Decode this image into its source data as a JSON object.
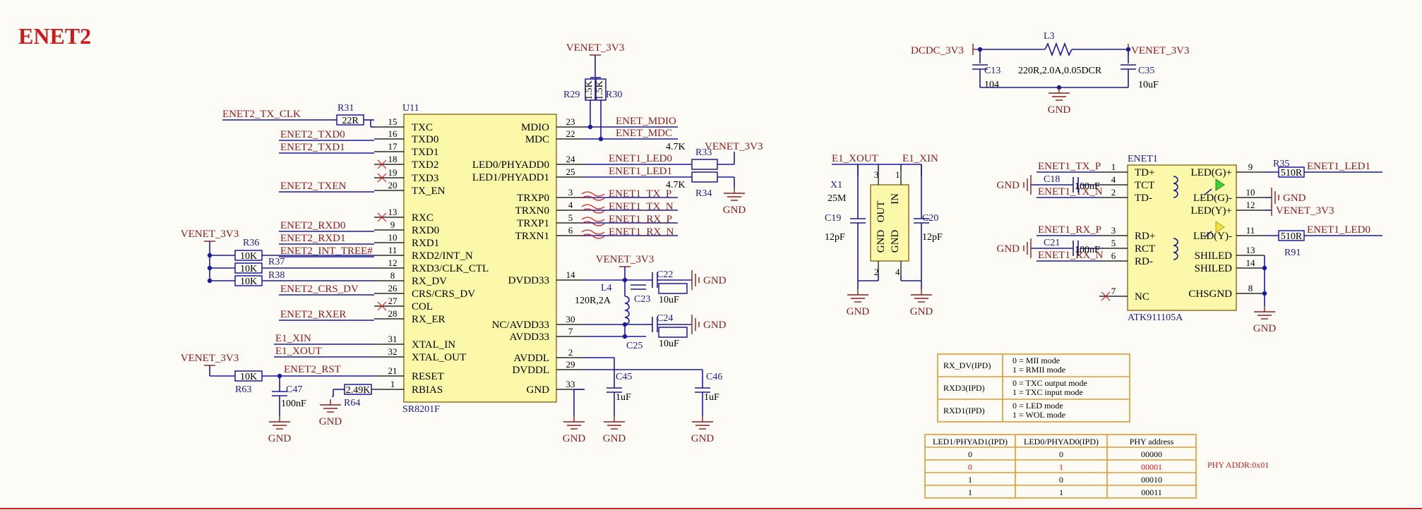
{
  "title": "ENET2",
  "u11": {
    "ref": "U11",
    "part": "SR8201F",
    "left_pins": [
      {
        "num": "15",
        "name": "TXC",
        "net": "ENET2_TX_CLK"
      },
      {
        "num": "16",
        "name": "TXD0",
        "net": "ENET2_TXD0"
      },
      {
        "num": "17",
        "name": "TXD1",
        "net": "ENET2_TXD1"
      },
      {
        "num": "18",
        "name": "TXD2",
        "net": ""
      },
      {
        "num": "19",
        "name": "TXD3",
        "net": ""
      },
      {
        "num": "20",
        "name": "TX_EN",
        "net": "ENET2_TXEN"
      },
      {
        "num": "13",
        "name": "RXC",
        "net": ""
      },
      {
        "num": "9",
        "name": "RXD0",
        "net": "ENET2_RXD0"
      },
      {
        "num": "10",
        "name": "RXD1",
        "net": "ENET2_RXD1"
      },
      {
        "num": "11",
        "name": "RXD2/INT_N",
        "net": "ENET2_INT_TREE#"
      },
      {
        "num": "12",
        "name": "RXD3/CLK_CTL",
        "net": ""
      },
      {
        "num": "8",
        "name": "RX_DV",
        "net": ""
      },
      {
        "num": "26",
        "name": "CRS/CRS_DV",
        "net": "ENET2_CRS_DV"
      },
      {
        "num": "27",
        "name": "COL",
        "net": ""
      },
      {
        "num": "28",
        "name": "RX_ER",
        "net": "ENET2_RXER"
      },
      {
        "num": "31",
        "name": "XTAL_IN",
        "net": "E1_XIN"
      },
      {
        "num": "32",
        "name": "XTAL_OUT",
        "net": "E1_XOUT"
      },
      {
        "num": "21",
        "name": "RESET",
        "net": "ENET2_RST"
      },
      {
        "num": "1",
        "name": "RBIAS",
        "net": ""
      }
    ],
    "right_pins": [
      {
        "num": "23",
        "name": "MDIO",
        "net": "ENET_MDIO"
      },
      {
        "num": "22",
        "name": "MDC",
        "net": "ENET_MDC"
      },
      {
        "num": "24",
        "name": "LED0/PHYADD0",
        "net": "ENET1_LED0"
      },
      {
        "num": "25",
        "name": "LED1/PHYADD1",
        "net": "ENET1_LED1"
      },
      {
        "num": "3",
        "name": "TRXP0",
        "net": "ENET1_TX_P"
      },
      {
        "num": "4",
        "name": "TRXN0",
        "net": "ENET1_TX_N"
      },
      {
        "num": "5",
        "name": "TRXP1",
        "net": "ENET1_RX_P"
      },
      {
        "num": "6",
        "name": "TRXN1",
        "net": "ENET1_RX_N"
      },
      {
        "num": "14",
        "name": "DVDD33",
        "net": ""
      },
      {
        "num": "30",
        "name": "NC/AVDD33",
        "net": ""
      },
      {
        "num": "7",
        "name": "AVDD33",
        "net": ""
      },
      {
        "num": "2",
        "name": "AVDDL",
        "net": ""
      },
      {
        "num": "29",
        "name": "DVDDL",
        "net": ""
      },
      {
        "num": "33",
        "name": "GND",
        "net": ""
      }
    ]
  },
  "enet1": {
    "ref": "ENET1",
    "part": "ATK911105A",
    "left_pins": [
      {
        "num": "1",
        "name": "TD+",
        "net": "ENET1_TX_P"
      },
      {
        "num": "4",
        "name": "TCT",
        "net": ""
      },
      {
        "num": "2",
        "name": "TD-",
        "net": "ENET1_TX_N"
      },
      {
        "num": "3",
        "name": "RD+",
        "net": "ENET1_RX_P"
      },
      {
        "num": "5",
        "name": "RCT",
        "net": ""
      },
      {
        "num": "6",
        "name": "RD-",
        "net": "ENET1_RX_N"
      },
      {
        "num": "7",
        "name": "NC",
        "net": ""
      }
    ],
    "right_pins": [
      {
        "num": "9",
        "name": "LED(G)+",
        "net": "ENET1_LED1"
      },
      {
        "num": "10",
        "name": "LED(G)-",
        "net": "GND"
      },
      {
        "num": "12",
        "name": "LED(Y)+",
        "net": "VENET_3V3"
      },
      {
        "num": "11",
        "name": "LED(Y)-",
        "net": "ENET1_LED0"
      },
      {
        "num": "13",
        "name": "SHILED",
        "net": ""
      },
      {
        "num": "14",
        "name": "SHILED",
        "net": ""
      },
      {
        "num": "8",
        "name": "CHSGND",
        "net": ""
      }
    ]
  },
  "crystal": {
    "ref": "X1",
    "value": "25M",
    "xout": "E1_XOUT",
    "xin": "E1_XIN",
    "pins": {
      "out": "OUT",
      "in": "IN",
      "gnd1": "GND",
      "gnd2": "GND",
      "p1": "1",
      "p2": "2",
      "p3": "3",
      "p4": "4"
    }
  },
  "labels": {
    "gnd": "GND",
    "venet": "VENET_3V3",
    "dcdc": "DCDC_3V3",
    "r29": "R29",
    "r30": "R30",
    "r29v": "1.5K",
    "r30v": "1.5K",
    "r31": "R31",
    "r31v": "22R",
    "r33": "R33",
    "r33v": "4.7K",
    "r34": "R34",
    "r34v": "4.7K",
    "r35": "R35",
    "r35v": "510R",
    "r91": "R91",
    "r91v": "510R",
    "r36": "R36",
    "r37": "R37",
    "r38": "R38",
    "r10k": "10K",
    "r63": "R63",
    "r64": "R64",
    "r64v": "2.49K",
    "c47": "C47",
    "c47v": "100nF",
    "c22": "C22",
    "c23": "C23",
    "c24": "C24",
    "c25": "C25",
    "c100n": "100nF",
    "c10u": "10uF",
    "c45": "C45",
    "c46": "C46",
    "c1u": "1uF",
    "c19": "C19",
    "c20": "C20",
    "c12p": "12pF",
    "c18": "C18",
    "c21": "C21",
    "l4": "L4",
    "l4v": "120R,2A",
    "l3": "L3",
    "l3v": "220R,2.0A,0.05DCR",
    "c13": "C13",
    "c13v": "104",
    "c35": "C35",
    "c35v": "10uF"
  },
  "strap_table": [
    {
      "pin": "RX_DV(IPD)",
      "modes": [
        "0 = MII mode",
        "1 = RMII mode"
      ]
    },
    {
      "pin": "RXD3(IPD)",
      "modes": [
        "0 = TXC output mode",
        "1 = TXC input mode"
      ]
    },
    {
      "pin": "RXD1(IPD)",
      "modes": [
        "0 = LED mode",
        "1 = WOL mode"
      ]
    }
  ],
  "phy_table": {
    "headers": [
      "LED1/PHYAD1(IPD)",
      "LED0/PHYAD0(IPD)",
      "PHY address"
    ],
    "rows": [
      [
        "0",
        "0",
        "00000"
      ],
      [
        "0",
        "1",
        "00001"
      ],
      [
        "1",
        "0",
        "00010"
      ],
      [
        "1",
        "1",
        "00011"
      ]
    ],
    "highlight_row": 1,
    "note": "PHY ADDR:0x01"
  },
  "colors": {
    "wire": "#1a1a9e",
    "net": "#8b1a1a",
    "chip": "#fbf8a9",
    "table": "#e09a30",
    "accent": "#cc1a1a"
  }
}
